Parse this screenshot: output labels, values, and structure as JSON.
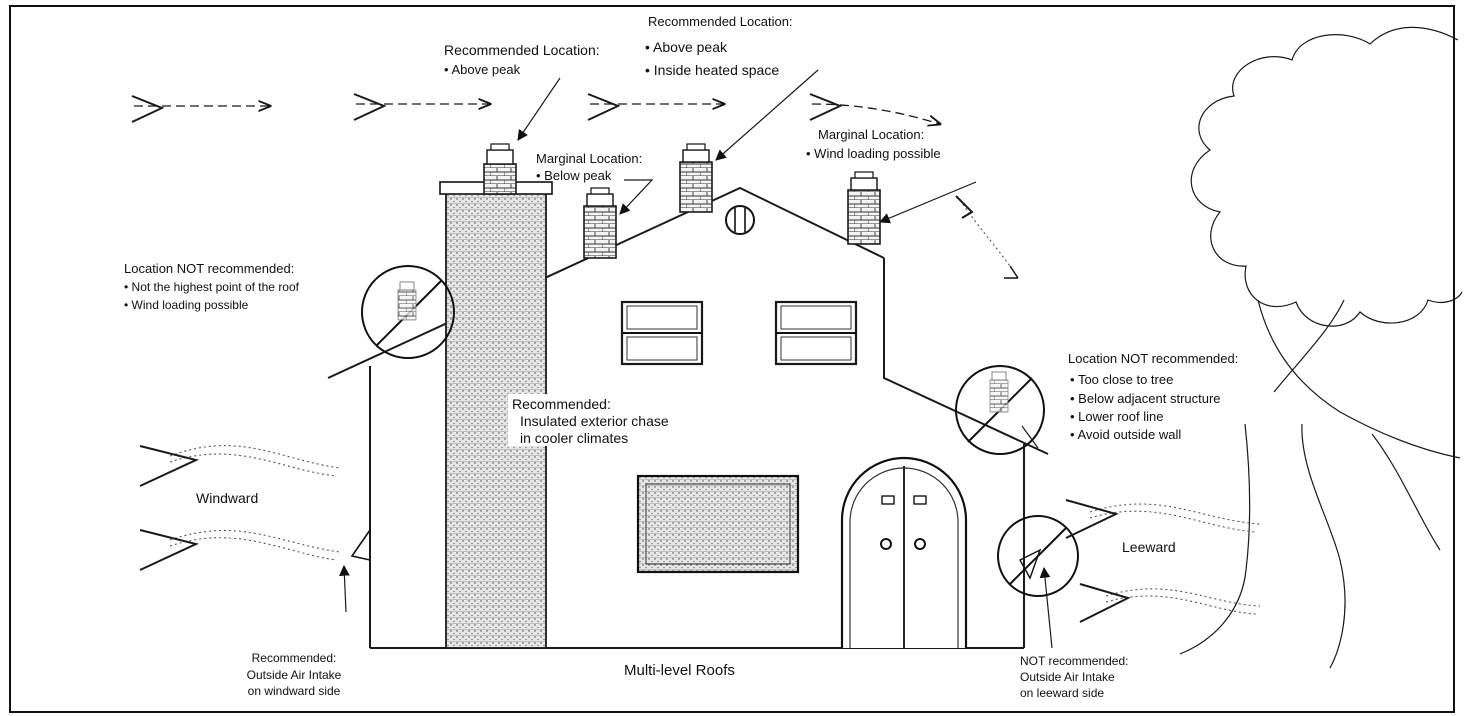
{
  "labels": {
    "rec_left_title": "Recommended Location:",
    "rec_left_items": [
      "Above peak"
    ],
    "rec_top_title": "Recommended Location:",
    "rec_top_items": [
      "Above peak",
      "Inside heated space"
    ],
    "marg_below_title": "Marginal Location:",
    "marg_below_items": [
      "Below peak"
    ],
    "marg_wind_title": "Marginal Location:",
    "marg_wind_items": [
      "Wind loading possible"
    ],
    "not_rec_left_title": "Location NOT recommended:",
    "not_rec_left_items": [
      "Not the highest point of the roof",
      "Wind loading possible"
    ],
    "chase_title": "Recommended:",
    "chase_lines": [
      "Insulated exterior chase",
      "in cooler climates"
    ],
    "not_rec_right_title": "Location NOT recommended:",
    "not_rec_right_items": [
      "Too close to tree",
      "Below adjacent structure",
      "Lower roof line",
      "Avoid outside wall"
    ],
    "windward": "Windward",
    "leeward": "Leeward",
    "caption": "Multi-level Roofs",
    "intake_rec_lines": [
      "Recommended:",
      "Outside Air Intake",
      "on windward side"
    ],
    "intake_not_lines": [
      "NOT recommended:",
      "Outside Air Intake",
      "on leeward side"
    ]
  },
  "icons": [
    "wind-arrow-icon",
    "chimney-icon",
    "prohibited-circle-icon",
    "tree-icon",
    "vent-icon"
  ]
}
